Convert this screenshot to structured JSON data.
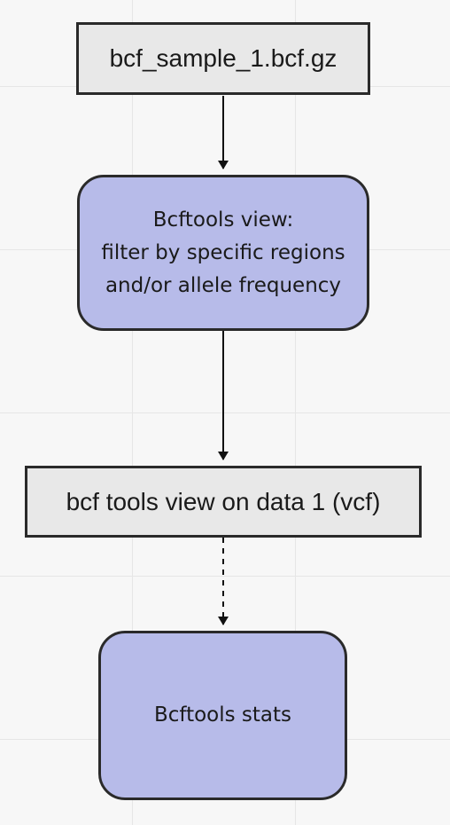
{
  "diagram": {
    "nodes": {
      "input_file": {
        "label": "bcf_sample_1.bcf.gz"
      },
      "view_tool": {
        "lines": [
          "Bcftools view:",
          "filter by specific regions",
          "and/or allele frequency"
        ]
      },
      "view_output": {
        "label": "bcf tools view on data 1 (vcf)"
      },
      "stats_tool": {
        "label": "Bcftools stats"
      }
    },
    "edges": [
      {
        "from": "input_file",
        "to": "view_tool",
        "style": "solid"
      },
      {
        "from": "view_tool",
        "to": "view_output",
        "style": "solid"
      },
      {
        "from": "view_output",
        "to": "stats_tool",
        "style": "dashed"
      }
    ]
  },
  "colors": {
    "data_fill": "#e8e8e8",
    "tool_fill": "#b7bbe9",
    "stroke": "#2a2a2a"
  }
}
